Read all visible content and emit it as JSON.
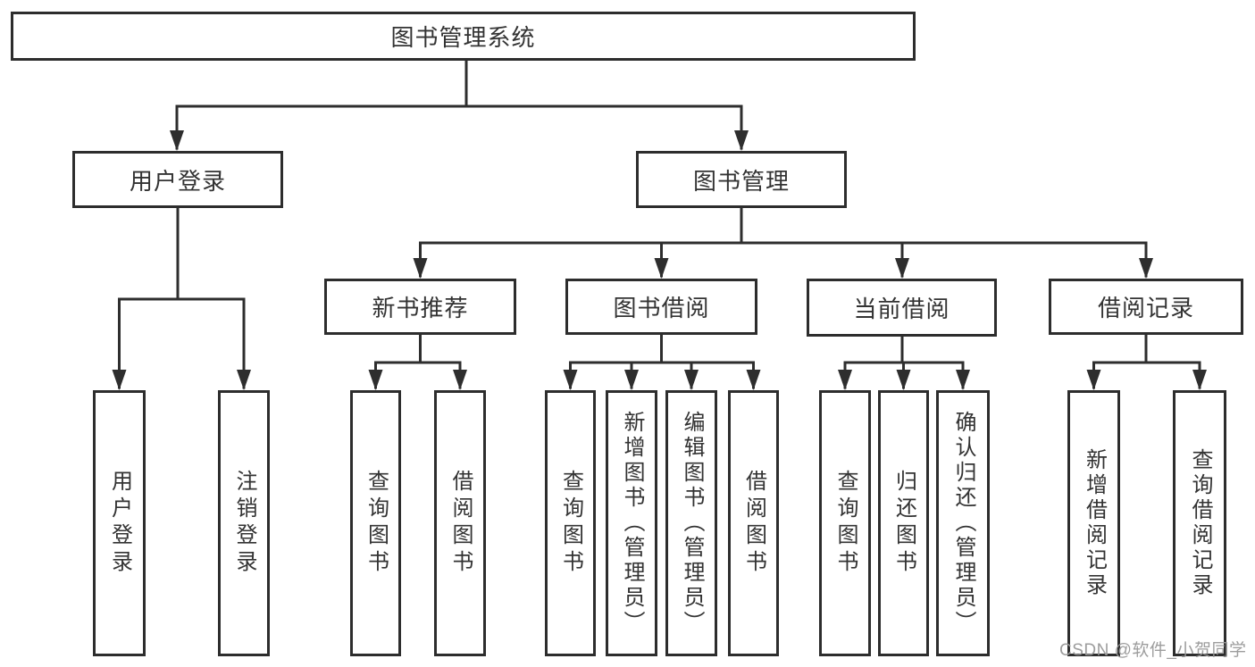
{
  "tree": {
    "root": "图书管理系统",
    "user_login": {
      "label": "用户登录",
      "children": [
        "用户登录",
        "注销登录"
      ]
    },
    "book_mgmt": {
      "label": "图书管理",
      "sections": {
        "new_books": {
          "label": "新书推荐",
          "children": [
            "查询图书",
            "借阅图书"
          ]
        },
        "book_borrow": {
          "label": "图书借阅",
          "children": [
            "查询图书",
            "新增图书（管理员）",
            "编辑图书（管理员）",
            "借阅图书"
          ]
        },
        "current_borrow": {
          "label": "当前借阅",
          "children": [
            "查询图书",
            "归还图书",
            "确认归还（管理员）"
          ]
        },
        "borrow_records": {
          "label": "借阅记录",
          "children": [
            "新增借阅记录",
            "查询借阅记录"
          ]
        }
      }
    }
  },
  "watermark": "CSDN @软件_小贺同学",
  "colors": {
    "line": "#2e2e2e",
    "box_border": "#2d2d2d",
    "text": "#333333",
    "watermark": "#989898",
    "background": "#ffffff"
  }
}
